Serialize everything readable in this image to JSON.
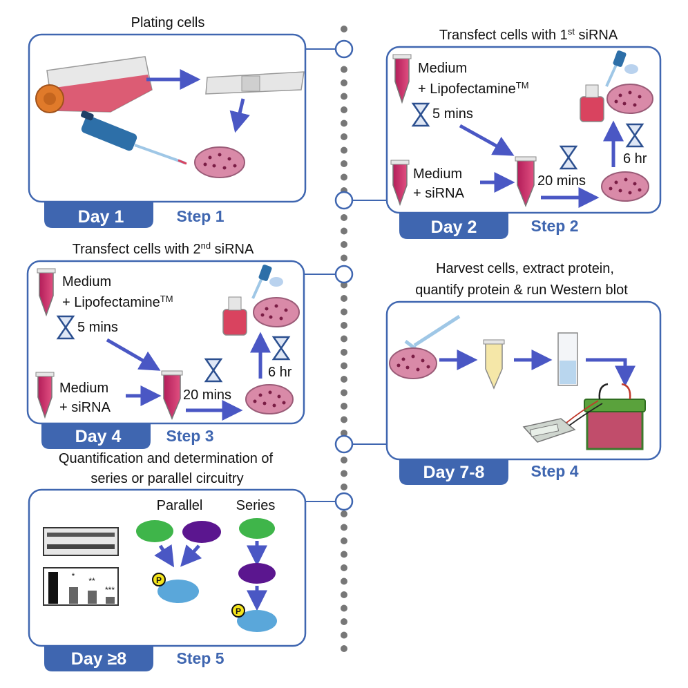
{
  "timeline": {
    "dot_color": "#777777",
    "node_color": "#3f66b0"
  },
  "colors": {
    "accent": "#3f66b0",
    "arrow": "#4a57c4",
    "media": "#d9435f",
    "dish": "#d98aa8",
    "protein_a": "#3fb54a",
    "protein_b": "#5b168f",
    "protein_c": "#5aa7da",
    "phospho": "#f5e51b"
  },
  "steps": [
    {
      "title": "Plating cells",
      "day": "Day 1",
      "step": "Step 1"
    },
    {
      "title": "Transfect cells with 1",
      "title_sup": "st",
      "title_tail": " siRNA",
      "day": "Day 2",
      "step": "Step 2",
      "mix1_line1": "Medium",
      "mix1_line2": "+ Lipofectamine",
      "mix1_sup": "TM",
      "wait1": "5 mins",
      "mix2_line1": "Medium",
      "mix2_line2": "+ siRNA",
      "wait2": "20 mins",
      "wait3": "6 hr"
    },
    {
      "title": "Transfect cells with 2",
      "title_sup": "nd",
      "title_tail": " siRNA",
      "day": "Day 4",
      "step": "Step 3",
      "mix1_line1": "Medium",
      "mix1_line2": "+ Lipofectamine",
      "mix1_sup": "TM",
      "wait1": "5 mins",
      "mix2_line1": "Medium",
      "mix2_line2": "+ siRNA",
      "wait2": "20 mins",
      "wait3": "6 hr"
    },
    {
      "title_line1": "Harvest cells, extract protein,",
      "title_line2": "quantify protein & run Western blot",
      "day": "Day 7-8",
      "step": "Step 4"
    },
    {
      "title_line1": "Quantification and determination of",
      "title_line2": "series or parallel circuitry",
      "day": "Day ≥8",
      "step": "Step 5",
      "parallel_label": "Parallel",
      "series_label": "Series",
      "phospho_label": "P",
      "sig_marks": [
        "*",
        "**",
        "***"
      ]
    }
  ]
}
